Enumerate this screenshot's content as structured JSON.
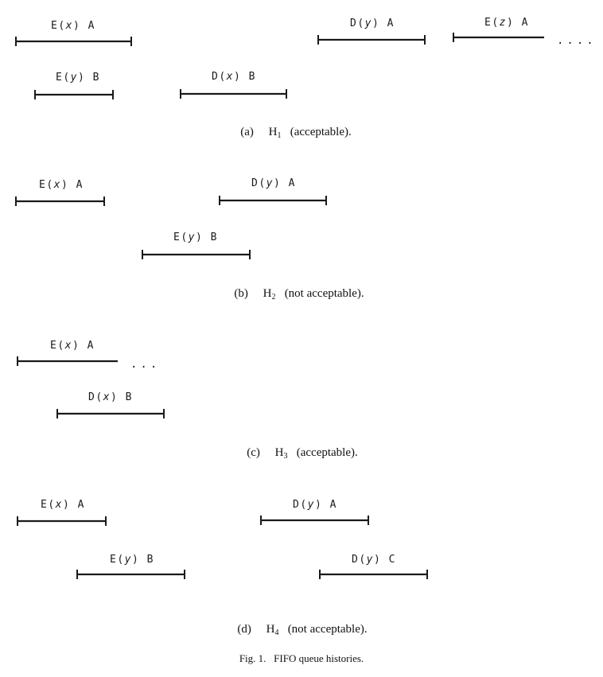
{
  "histories": [
    {
      "id": "a",
      "caption": {
        "tag": "(a)",
        "name": "H",
        "sub": "1",
        "status": "(acceptable)."
      },
      "operations": [
        {
          "op": "E",
          "arg": "x",
          "proc": "A",
          "open": false
        },
        {
          "op": "E",
          "arg": "y",
          "proc": "B",
          "open": false
        },
        {
          "op": "D",
          "arg": "x",
          "proc": "B",
          "open": false
        },
        {
          "op": "D",
          "arg": "y",
          "proc": "A",
          "open": false
        },
        {
          "op": "E",
          "arg": "z",
          "proc": "A",
          "open": true,
          "ellipsis": "...."
        }
      ]
    },
    {
      "id": "b",
      "caption": {
        "tag": "(b)",
        "name": "H",
        "sub": "2",
        "status": "(not acceptable)."
      },
      "operations": [
        {
          "op": "E",
          "arg": "x",
          "proc": "A",
          "open": false
        },
        {
          "op": "E",
          "arg": "y",
          "proc": "B",
          "open": false
        },
        {
          "op": "D",
          "arg": "y",
          "proc": "A",
          "open": false
        }
      ]
    },
    {
      "id": "c",
      "caption": {
        "tag": "(c)",
        "name": "H",
        "sub": "3",
        "status": "(acceptable)."
      },
      "operations": [
        {
          "op": "E",
          "arg": "x",
          "proc": "A",
          "open": true,
          "ellipsis": "..."
        },
        {
          "op": "D",
          "arg": "x",
          "proc": "B",
          "open": false
        }
      ]
    },
    {
      "id": "d",
      "caption": {
        "tag": "(d)",
        "name": "H",
        "sub": "4",
        "status": "(not acceptable)."
      },
      "operations": [
        {
          "op": "E",
          "arg": "x",
          "proc": "A",
          "open": false
        },
        {
          "op": "E",
          "arg": "y",
          "proc": "B",
          "open": false
        },
        {
          "op": "D",
          "arg": "y",
          "proc": "A",
          "open": false
        },
        {
          "op": "D",
          "arg": "y",
          "proc": "C",
          "open": false
        }
      ]
    }
  ],
  "figure_caption": "Fig. 1.   FIFO queue histories."
}
